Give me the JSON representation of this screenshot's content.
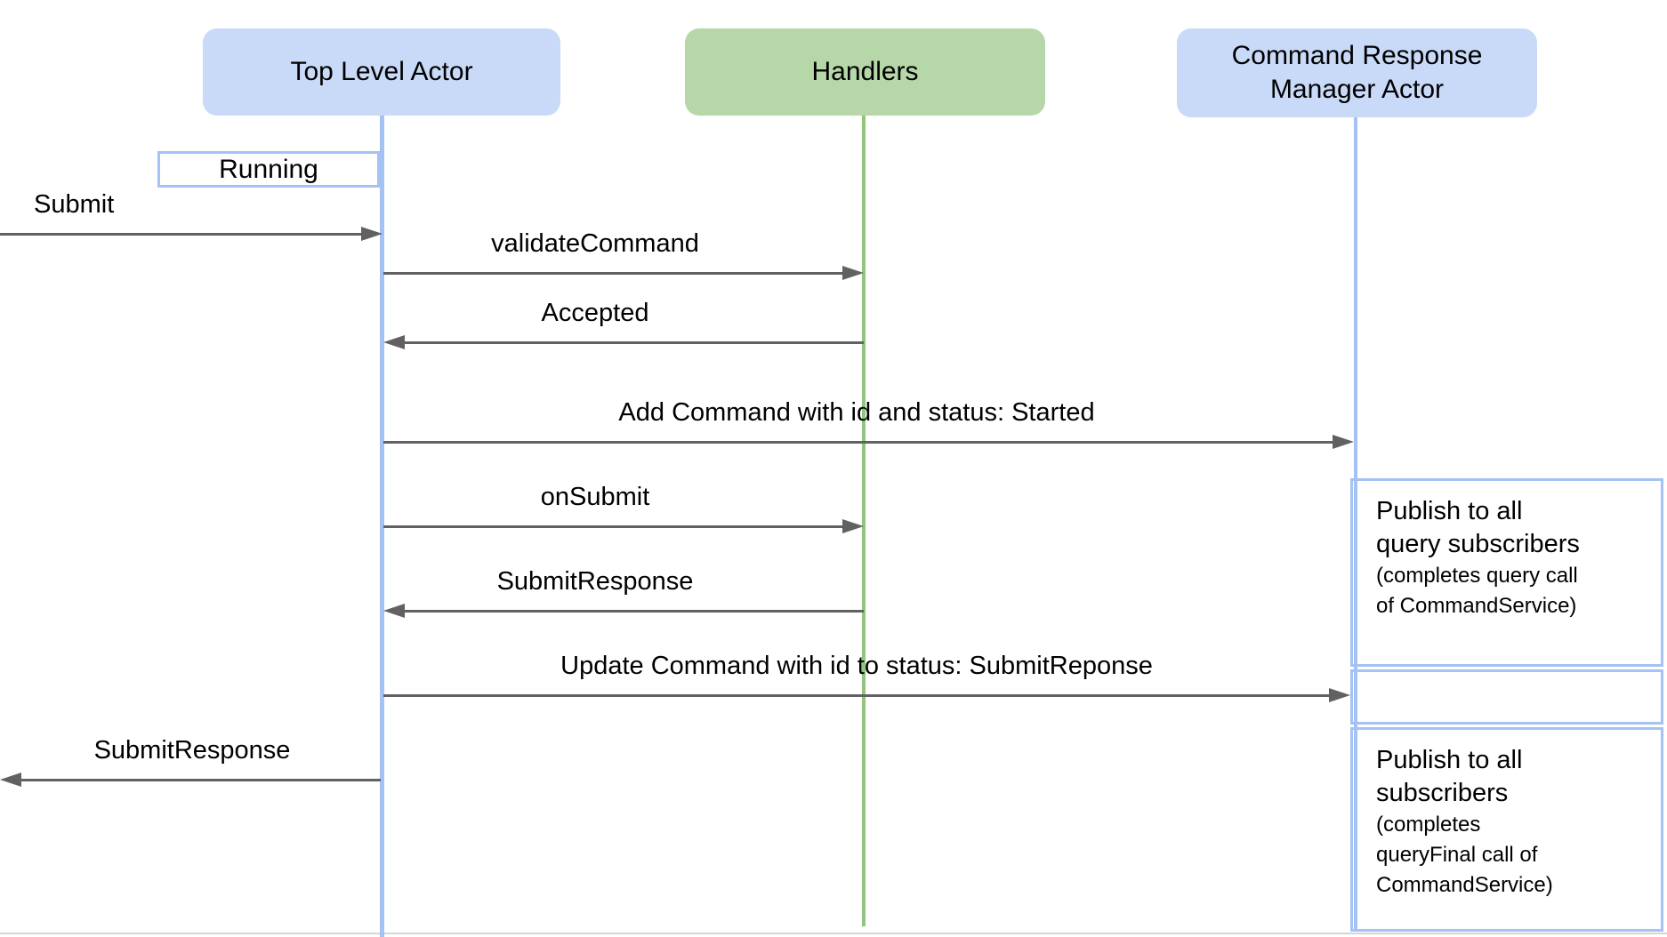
{
  "diagram": {
    "type": "sequence-diagram",
    "colors": {
      "actor_blue_fill": "#c9daf8",
      "actor_green_fill": "#b6d7a8",
      "blue_lifeline": "#a4c2f4",
      "green_lifeline": "#93c47d",
      "arrow": "#616161",
      "bottom_rule": "#d6d6d6"
    },
    "actors": [
      {
        "id": "top-level-actor",
        "label": "Top Level Actor"
      },
      {
        "id": "handlers",
        "label": "Handlers"
      },
      {
        "id": "command-response-manager-actor",
        "label": "Command Response Manager Actor"
      }
    ],
    "state_label": "Running",
    "messages": [
      {
        "label": "Submit",
        "from": "external-left",
        "to": "top-level-actor",
        "direction": "right"
      },
      {
        "label": "validateCommand",
        "from": "top-level-actor",
        "to": "handlers",
        "direction": "right"
      },
      {
        "label": "Accepted",
        "from": "handlers",
        "to": "top-level-actor",
        "direction": "left"
      },
      {
        "label": "Add Command with id and status: Started",
        "from": "top-level-actor",
        "to": "command-response-manager-actor",
        "direction": "right"
      },
      {
        "label": "onSubmit",
        "from": "top-level-actor",
        "to": "handlers",
        "direction": "right"
      },
      {
        "label": "SubmitResponse",
        "from": "handlers",
        "to": "top-level-actor",
        "direction": "left"
      },
      {
        "label": "Update Command with id to status: SubmitReponse",
        "from": "top-level-actor",
        "to": "command-response-manager-actor",
        "direction": "right"
      },
      {
        "label": "SubmitResponse",
        "from": "top-level-actor",
        "to": "external-left",
        "direction": "left"
      }
    ],
    "notes": [
      {
        "main": [
          "Publish to all",
          "query subscribers"
        ],
        "sub": [
          "(completes query call",
          "of CommandService)"
        ]
      },
      {
        "main": [
          "Publish to all",
          "subscribers"
        ],
        "sub": [
          "(completes",
          "queryFinal call of",
          "CommandService)"
        ]
      }
    ]
  }
}
